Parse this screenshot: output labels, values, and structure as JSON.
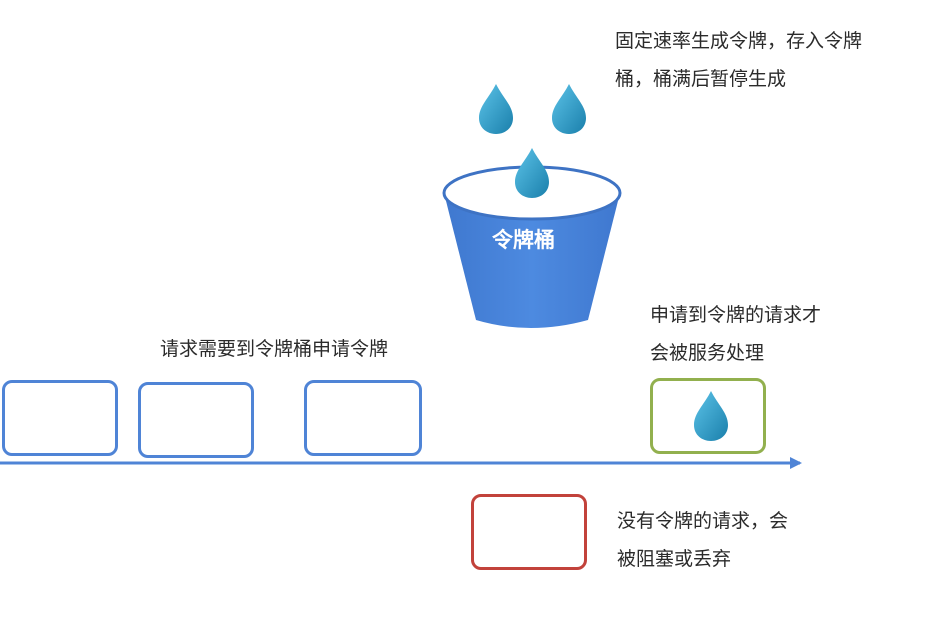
{
  "texts": {
    "generate_note": "固定速率生成令牌，存入令牌\n桶，桶满后暂停生成",
    "bucket_label": "令牌桶",
    "request_note": "请求需要到令牌桶申请令牌",
    "served_note": "申请到令牌的请求才\n会被服务处理",
    "blocked_note": "没有令牌的请求，会\n被阻塞或丢弃"
  },
  "colors": {
    "bucket_blue": "#4a86dd",
    "bucket_rim": "#3e73c4",
    "drop": "#2a9fcc",
    "request_border": "#4f84d6",
    "served_border": "#92b04e",
    "blocked_border": "#c2423b",
    "arrow": "#4f84d6"
  },
  "icons": {
    "token": "water-drop-icon"
  }
}
